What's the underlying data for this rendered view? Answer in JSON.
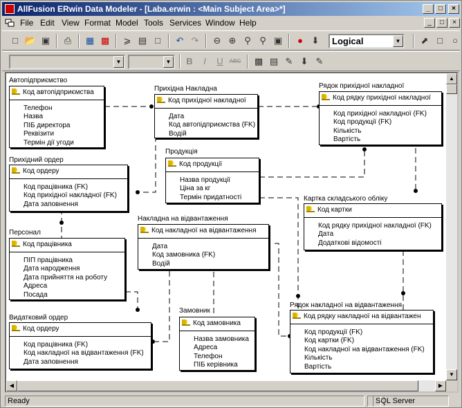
{
  "window": {
    "title": "AllFusion ERwin Data Modeler - [Laba.erwin : <Main Subject Area>*]",
    "minimize": "_",
    "maximize": "□",
    "close": "×"
  },
  "menu": [
    "File",
    "Edit",
    "View",
    "Format",
    "Model",
    "Tools",
    "Services",
    "Window",
    "Help"
  ],
  "toolbar": {
    "view_mode": "Logical",
    "icons": [
      "new-icon",
      "open-icon",
      "save-icon",
      "print-icon",
      "entity-icon",
      "color-icon",
      "pin-icon",
      "display-icon",
      "comment-icon",
      "undo-icon",
      "redo-icon",
      "zoom-out-icon",
      "zoom-in-icon",
      "zoom-fit-icon",
      "zoom-actual-icon",
      "zoom-area-icon",
      "relation-icon",
      "dropdown-icon"
    ]
  },
  "format_bar": {
    "font": "",
    "size": "",
    "buttons": [
      "B",
      "I",
      "U",
      "ABC"
    ]
  },
  "entities": [
    {
      "id": "e1",
      "name": "Автопідприємство",
      "pk": "Код автопідприємства",
      "attrs": [
        "Телефон",
        "Назва",
        "ПІБ директора",
        "Реквізити",
        "Термін дії угоди"
      ]
    },
    {
      "id": "e2",
      "name": "Прихідна Накладна",
      "pk": "Код прихідної накладної",
      "attrs": [
        "Дата",
        "Код автопідприємства (FK)",
        "Водій"
      ]
    },
    {
      "id": "e3",
      "name": "Рядок прихідної накладної",
      "pk": "Код рядку прихідної накладної",
      "attrs": [
        "Код прихідної накладної (FK)",
        "Код продукції (FK)",
        "Кількість",
        "Вартість"
      ]
    },
    {
      "id": "e4",
      "name": "Продукція",
      "pk": "Код продукції",
      "attrs": [
        "Назва продукції",
        "Ціна за кг",
        "Термін придатності"
      ]
    },
    {
      "id": "e5",
      "name": "Прихідний ордер",
      "pk": "Код ордеру",
      "attrs": [
        "Код працівника (FK)",
        "Код прихідної накладної (FK)",
        "Дата заповнення"
      ]
    },
    {
      "id": "e6",
      "name": "Картка складського обліку",
      "pk": "Код картки",
      "attrs": [
        "Код рядку прихідної накладної (FK)",
        "Дата",
        "Додаткові відомості"
      ]
    },
    {
      "id": "e7",
      "name": "Персонал",
      "pk": "Код працівника",
      "attrs": [
        "ПІП працівника",
        "Дата народження",
        "Дата прийняття на роботу",
        "Адреса",
        "Посада"
      ]
    },
    {
      "id": "e8",
      "name": "Накладна на відвантаження",
      "pk": "Код накладної на відвантаження",
      "attrs": [
        "Дата",
        "Код замовника (FK)",
        "Водій"
      ]
    },
    {
      "id": "e9",
      "name": "Видатковий ордер",
      "pk": "Код ордеру",
      "attrs": [
        "Код працівника (FK)",
        "Код накладної на відвантаження (FK)",
        "Дата заповнення"
      ]
    },
    {
      "id": "e10",
      "name": "Замовник",
      "pk": "Код замовника",
      "attrs": [
        "Назва замовника",
        "Адреса",
        "Телефон",
        "ПІБ керівника"
      ]
    },
    {
      "id": "e11",
      "name": "Рядок накладної на відвантаження",
      "pk": "Код рядку накладної на відвантажен",
      "attrs": [
        "Код продукції (FK)",
        "Код картки (FK)",
        "Код накладної на відвантаження (FK)",
        "Кількість",
        "Вартість"
      ]
    }
  ],
  "status": {
    "left": "Ready",
    "right": "SQL Server"
  }
}
